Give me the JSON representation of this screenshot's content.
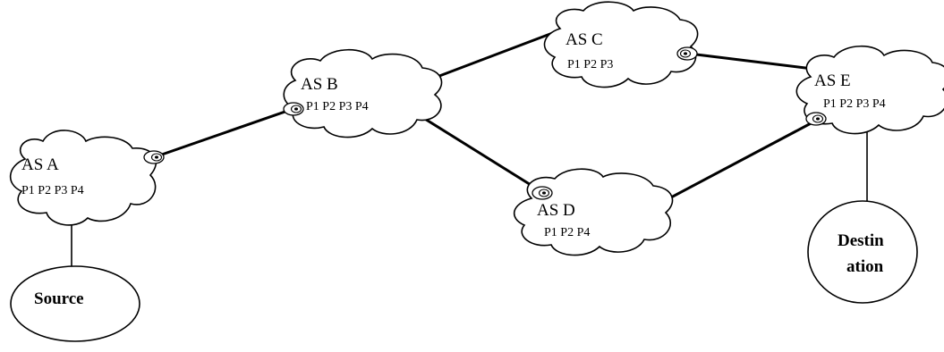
{
  "autonomous_systems": [
    {
      "id": "as-a",
      "title": "AS A",
      "prefixes": "P1 P2 P3 P4"
    },
    {
      "id": "as-b",
      "title": "AS B",
      "prefixes": "P1 P2 P3 P4"
    },
    {
      "id": "as-c",
      "title": "AS C",
      "prefixes": "P1 P2 P3"
    },
    {
      "id": "as-d",
      "title": "AS D",
      "prefixes": "P1 P2 P4"
    },
    {
      "id": "as-e",
      "title": "AS E",
      "prefixes": "P1 P2 P3 P4"
    }
  ],
  "source": {
    "label": "Source"
  },
  "destination": {
    "label_line1": "Destin",
    "label_line2": "ation"
  },
  "links": [
    {
      "from": "AS A",
      "to": "AS B"
    },
    {
      "from": "AS B",
      "to": "AS C"
    },
    {
      "from": "AS B",
      "to": "AS D"
    },
    {
      "from": "AS C",
      "to": "AS E"
    },
    {
      "from": "AS D",
      "to": "AS E"
    }
  ]
}
